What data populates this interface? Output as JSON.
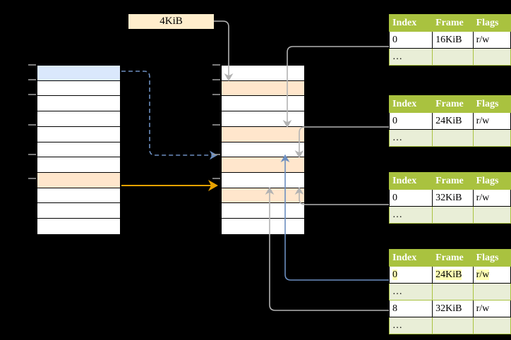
{
  "diagram": {
    "title": "two-level page table translation",
    "label_box": {
      "text": "4KiB"
    },
    "colors": {
      "header_green": "#a9c23f",
      "alt_row": "#e9eed7",
      "highlight_yellow": "#ffffb3",
      "blue_row": "#dae8fc",
      "peach_row": "#ffe6cc",
      "orange_arrow": "#e8a200",
      "blue_arrow": "#6c8ebf",
      "gray_arrow": "#b3b3b3"
    }
  },
  "virtual_memory": {
    "name": "virtual-address-space",
    "row_count": 11,
    "rows": [
      {
        "fill": "blue"
      },
      {
        "fill": "white"
      },
      {
        "fill": "white"
      },
      {
        "fill": "white"
      },
      {
        "fill": "white"
      },
      {
        "fill": "white"
      },
      {
        "fill": "white"
      },
      {
        "fill": "peach"
      },
      {
        "fill": "white"
      },
      {
        "fill": "white"
      },
      {
        "fill": "white"
      }
    ]
  },
  "physical_memory": {
    "name": "physical-memory",
    "row_count": 11,
    "rows": [
      {
        "fill": "white"
      },
      {
        "fill": "peach"
      },
      {
        "fill": "white"
      },
      {
        "fill": "white"
      },
      {
        "fill": "peach"
      },
      {
        "fill": "white"
      },
      {
        "fill": "peach"
      },
      {
        "fill": "white"
      },
      {
        "fill": "peach"
      },
      {
        "fill": "white"
      },
      {
        "fill": "white"
      }
    ]
  },
  "page_tables": [
    {
      "name": "page-table-1",
      "headers": [
        "Index",
        "Frame",
        "Flags"
      ],
      "rows": [
        {
          "cells": [
            "0",
            "16KiB",
            "r/w"
          ],
          "alt": false,
          "highlight": false
        },
        {
          "cells": [
            "…",
            "",
            ""
          ],
          "alt": true,
          "highlight": false
        }
      ]
    },
    {
      "name": "page-table-2",
      "headers": [
        "Index",
        "Frame",
        "Flags"
      ],
      "rows": [
        {
          "cells": [
            "0",
            "24KiB",
            "r/w"
          ],
          "alt": false,
          "highlight": false
        },
        {
          "cells": [
            "…",
            "",
            ""
          ],
          "alt": true,
          "highlight": false
        }
      ]
    },
    {
      "name": "page-table-3",
      "headers": [
        "Index",
        "Frame",
        "Flags"
      ],
      "rows": [
        {
          "cells": [
            "0",
            "32KiB",
            "r/w"
          ],
          "alt": false,
          "highlight": false
        },
        {
          "cells": [
            "…",
            "",
            ""
          ],
          "alt": true,
          "highlight": false
        }
      ]
    },
    {
      "name": "page-table-4",
      "headers": [
        "Index",
        "Frame",
        "Flags"
      ],
      "rows": [
        {
          "cells": [
            "0",
            "24KiB",
            "r/w"
          ],
          "alt": false,
          "highlight": true
        },
        {
          "cells": [
            "…",
            "",
            ""
          ],
          "alt": true,
          "highlight": false
        },
        {
          "cells": [
            "8",
            "32KiB",
            "r/w"
          ],
          "alt": false,
          "highlight": false
        },
        {
          "cells": [
            "…",
            "",
            ""
          ],
          "alt": true,
          "highlight": false
        }
      ]
    }
  ]
}
